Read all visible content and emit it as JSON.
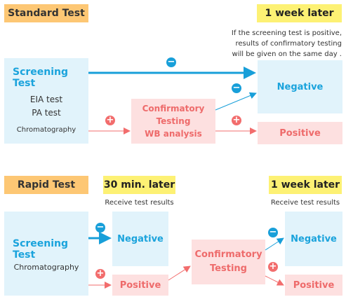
{
  "standard": {
    "header": "Standard Test",
    "later": "1 week later",
    "note_lines": [
      "If the screening test is positive,",
      "results of confirmatory testing",
      "will be given on the same day ."
    ],
    "screening_title": "Screening Test",
    "methods": [
      "EIA test",
      "PA test",
      "Chromatography"
    ],
    "confirm_lines": [
      "Confirmatory",
      "Testing",
      "WB analysis"
    ],
    "negative": "Negative",
    "positive": "Positive"
  },
  "rapid": {
    "header": "Rapid Test",
    "later_1": "30 min. later",
    "receive_1": "Receive test results",
    "later_2": "1 week later",
    "receive_2": "Receive test results",
    "screening_title": "Screening Test",
    "method": "Chromatography",
    "negative_1": "Negative",
    "positive_1": "Positive",
    "confirm_lines": [
      "Confirmatory",
      "Testing"
    ],
    "negative_2": "Negative",
    "positive_2": "Positive"
  },
  "colors": {
    "blue": "#1aa3dc",
    "red": "#ee6b6b",
    "light_blue": "#e1f3fb",
    "light_pink": "#fde0e0",
    "orange": "#fdc774",
    "yellow": "#fdf174"
  },
  "signs": {
    "minus": "−",
    "plus": "+"
  }
}
